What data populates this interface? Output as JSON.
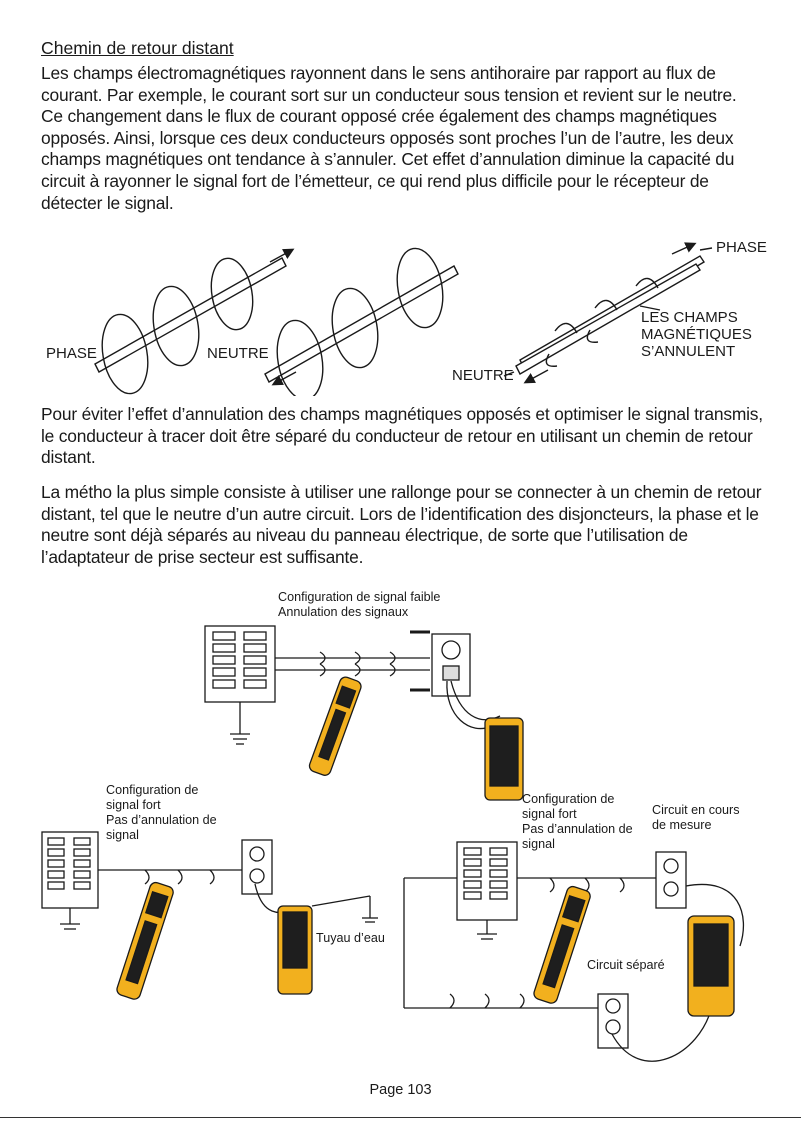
{
  "heading": "Chemin de retour distant",
  "paragraphs": [
    "Les champs électromagnétiques rayonnent dans le sens antihoraire par rapport au flux de courant. Par exemple, le courant sort sur un conducteur sous tension et revient sur le neutre. Ce changement dans le flux de courant opposé crée également des champs magnétiques opposés. Ainsi, lorsque ces deux conducteurs opposés sont proches l’un de l’autre, les deux champs magnétiques ont tendance à s’annuler. Cet effet d’annulation diminue la capacité du circuit à rayonner le signal fort de l’émetteur, ce qui rend plus difficile pour le récepteur de détecter le signal.",
    "Pour éviter l’effet d’annulation des champs magnétiques opposés et optimiser le signal transmis, le conducteur à tracer doit être séparé du conducteur de retour en utilisant un chemin de retour distant.",
    "La métho la plus simple consiste à utiliser une rallonge pour se connecter à un chemin de retour distant, tel que le neutre d’un autre circuit. Lors de l’identification des disjoncteurs, la phase et le neutre sont déjà séparés au niveau du panneau électrique, de sorte que l’utilisation de l’adaptateur de prise secteur est suffisante."
  ],
  "figure1": {
    "phase_left": "PHASE",
    "neutre_left": "NEUTRE",
    "phase_right": "PHASE",
    "neutre_right": "NEUTRE",
    "cancel_label": [
      "LES CHAMPS",
      "MAGNÉTIQUES",
      "S’ANNULENT"
    ]
  },
  "figure2": {
    "weak_title": [
      "Configuration de signal faible",
      "Annulation des signaux"
    ],
    "strong_left": [
      "Configuration de",
      "signal fort",
      "Pas d’annulation de",
      "signal"
    ],
    "strong_right": [
      "Configuration de",
      "signal fort",
      "Pas d’annulation de",
      "signal"
    ],
    "circuit_measure": [
      "Circuit en cours",
      "de mesure"
    ],
    "water_pipe": "Tuyau d’eau",
    "separate_circuit": "Circuit séparé"
  },
  "footer": "Page 103",
  "colors": {
    "tool_yellow": "#f2b01e",
    "tool_black": "#1e1e1e",
    "ink": "#1a1a1a"
  }
}
